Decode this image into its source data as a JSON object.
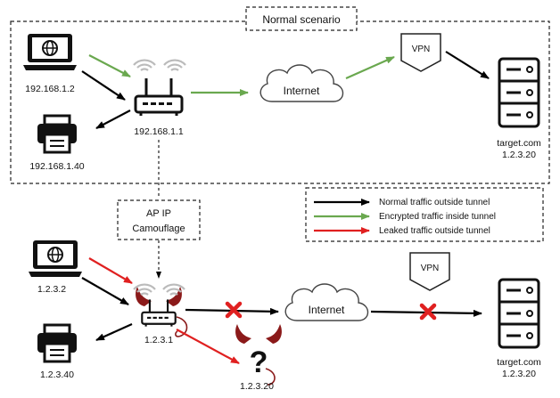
{
  "top": {
    "title": "Normal scenario",
    "laptop_ip": "192.168.1.2",
    "router_ip": "192.168.1.1",
    "printer_ip": "192.168.1.40",
    "internet_label": "Internet",
    "vpn_label": "VPN",
    "target_host": "target.com",
    "target_ip": "1.2.3.20"
  },
  "transition_label": [
    "AP IP",
    "Camouflage"
  ],
  "legend": [
    {
      "color": "#000000",
      "text": "Normal traffic outside tunnel"
    },
    {
      "color": "#6aa84f",
      "text": "Encrypted traffic inside tunnel"
    },
    {
      "color": "#e02020",
      "text": "Leaked traffic outside tunnel"
    }
  ],
  "bottom": {
    "laptop_ip": "1.2.3.2",
    "router_ip": "1.2.3.1",
    "printer_ip": "1.2.3.40",
    "unknown_ip": "1.2.3.20",
    "internet_label": "Internet",
    "vpn_label": "VPN",
    "target_host": "target.com",
    "target_ip": "1.2.3.20"
  },
  "colors": {
    "black": "#000000",
    "green": "#6aa84f",
    "red": "#e02020",
    "wifi": "#bbbbbb",
    "devil": "#8b1a1a"
  }
}
